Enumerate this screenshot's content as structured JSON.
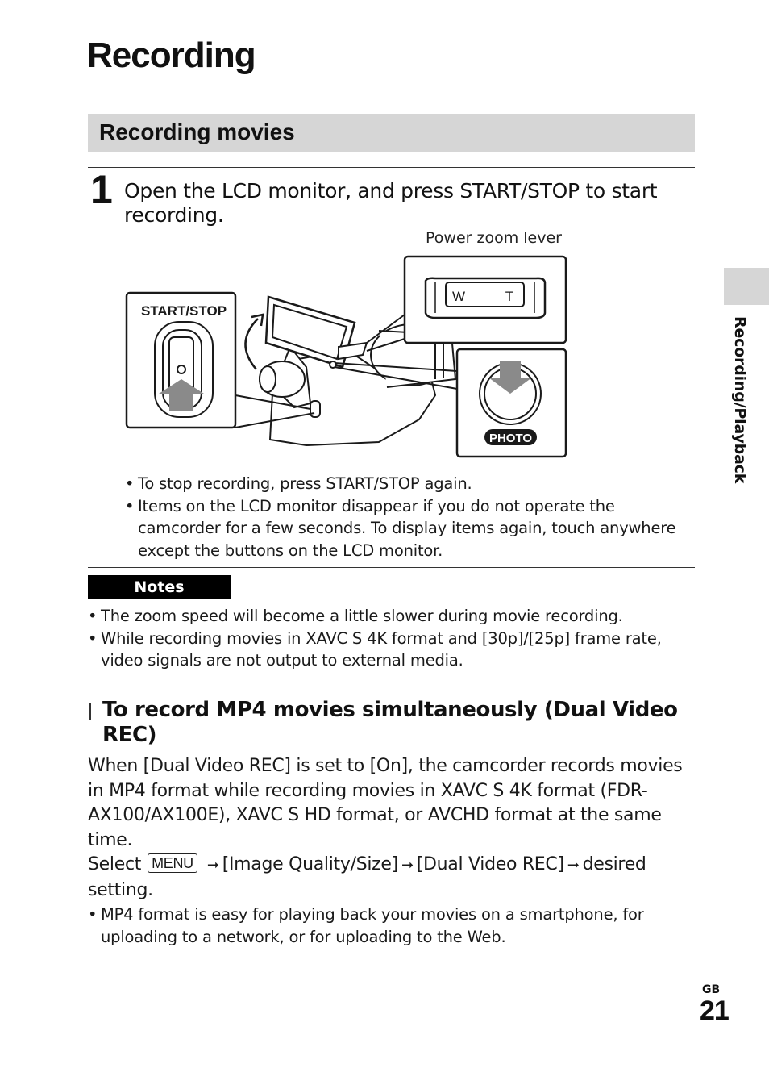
{
  "page": {
    "title": "Recording",
    "section_title": "Recording movies",
    "side_tab_label": "Recording/Playback",
    "region_code": "GB",
    "page_number": "21"
  },
  "step1": {
    "number": "1",
    "text": "Open the LCD monitor, and press START/STOP to start recording.",
    "figure": {
      "zoom_lever_caption": "Power zoom lever",
      "start_stop_label": "START/STOP",
      "zoom_w": "W",
      "zoom_t": "T",
      "photo_label": "PHOTO"
    },
    "bullets": [
      "To stop recording, press START/STOP again.",
      "Items on the LCD monitor disappear if you do not operate the camcorder for a few seconds. To display items again, touch anywhere except the buttons on the LCD monitor."
    ]
  },
  "notes": {
    "tag": "Notes",
    "items": [
      "The zoom speed will become a little slower during movie recording.",
      "While recording movies in XAVC S 4K format and [30p]/[25p] frame rate, video signals are not output to external media."
    ]
  },
  "dual_video": {
    "title": "To record MP4 movies simultaneously (Dual Video REC)",
    "body": "When [Dual Video REC] is set to [On], the camcorder records movies in MP4 format while recording movies in XAVC S 4K format (FDR-AX100/AX100E), XAVC S HD format, or AVCHD format at the same time.",
    "select_prefix": "Select",
    "menu_key": "MENU",
    "arrow_icon": "right-arrow-icon",
    "path": [
      "[Image Quality/Size]",
      "[Dual Video REC]",
      "desired setting."
    ],
    "bullets": [
      "MP4 format is easy for playing back your movies on a smartphone, for uploading to a network, or for uploading to the Web."
    ]
  }
}
